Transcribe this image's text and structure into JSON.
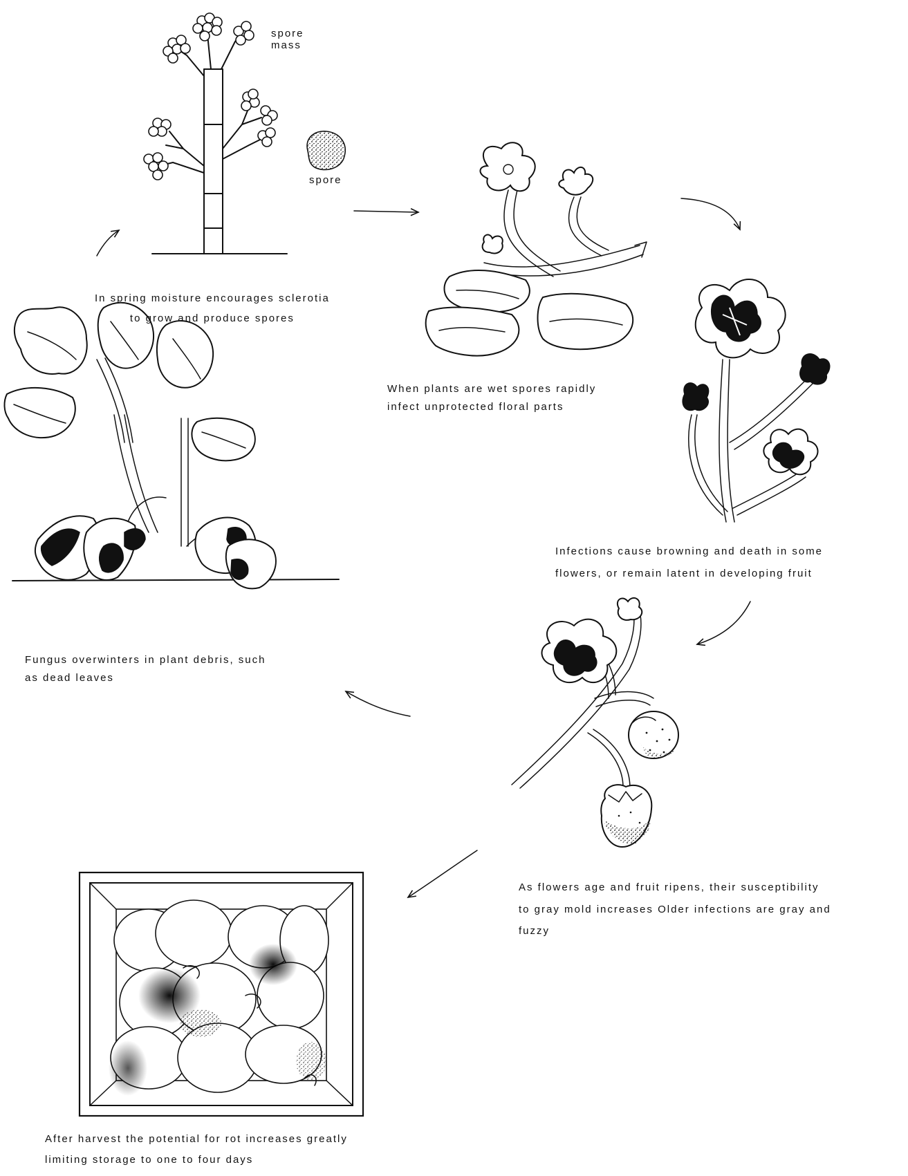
{
  "labels": {
    "spore_mass": "spore mass",
    "spore_mass_line1": "spore",
    "spore_mass_line2": "mass",
    "spore": "spore",
    "stage1_line1": "In spring  moisture encourages  sclerotia",
    "stage1_line2": "to  grow  and  produce  spores",
    "stage2_line1": "When plants  are wet  spores rapidly",
    "stage2_line2": "infect  unprotected  floral parts",
    "stage3_line1": "Infections  cause  browning  and  death in some",
    "stage3_line2": "flowers,   or   remain latent  in  developing fruit",
    "stage4_line1": "As  flowers  age  and  fruit  ripens,  their  susceptibility",
    "stage4_line2": "to  gray mold  increases   Older  infections are gray and",
    "stage4_line3": "fuzzy",
    "stage5_line1": "After  harvest  the  potential   for  rot  increases  greatly",
    "stage5_line2": "limiting  storage   to  one   to  four  days",
    "stage6_line1": "Fungus  overwinters  in  plant  debris,  such",
    "stage6_line2": "as  dead  leaves"
  },
  "icons": {
    "sporophore": "sporophore-illustration",
    "spore": "spore-illustration",
    "flowers": "healthy-flowers-illustration",
    "infected_flowers": "infected-flowers-illustration",
    "ripening_fruit": "ripening-fruit-illustration",
    "berry_box": "moldy-berry-box-illustration",
    "dead_plant": "overwintering-plant-illustration",
    "arrow": "cycle-arrow"
  }
}
